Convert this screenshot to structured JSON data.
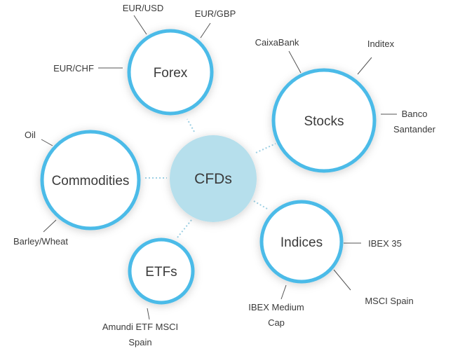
{
  "center": {
    "label": "CFDs"
  },
  "nodes": {
    "forex": {
      "label": "Forex",
      "items": [
        "EUR/USD",
        "EUR/GBP",
        "EUR/CHF"
      ]
    },
    "stocks": {
      "label": "Stocks",
      "items": [
        "CaixaBank",
        "Inditex",
        "Banco",
        "Santander"
      ]
    },
    "commodities": {
      "label": "Commodities",
      "items": [
        "Oil",
        "Barley/Wheat"
      ]
    },
    "indices": {
      "label": "Indices",
      "items": [
        "IBEX 35",
        "MSCI Spain",
        "IBEX Medium",
        "Cap"
      ]
    },
    "etfs": {
      "label": "ETFs",
      "items": [
        "Amundi ETF MSCI",
        "Spain"
      ]
    }
  },
  "colors": {
    "ring": "#4bbbe8",
    "center_fill": "#b6dfec",
    "text": "#3a3a3a"
  }
}
